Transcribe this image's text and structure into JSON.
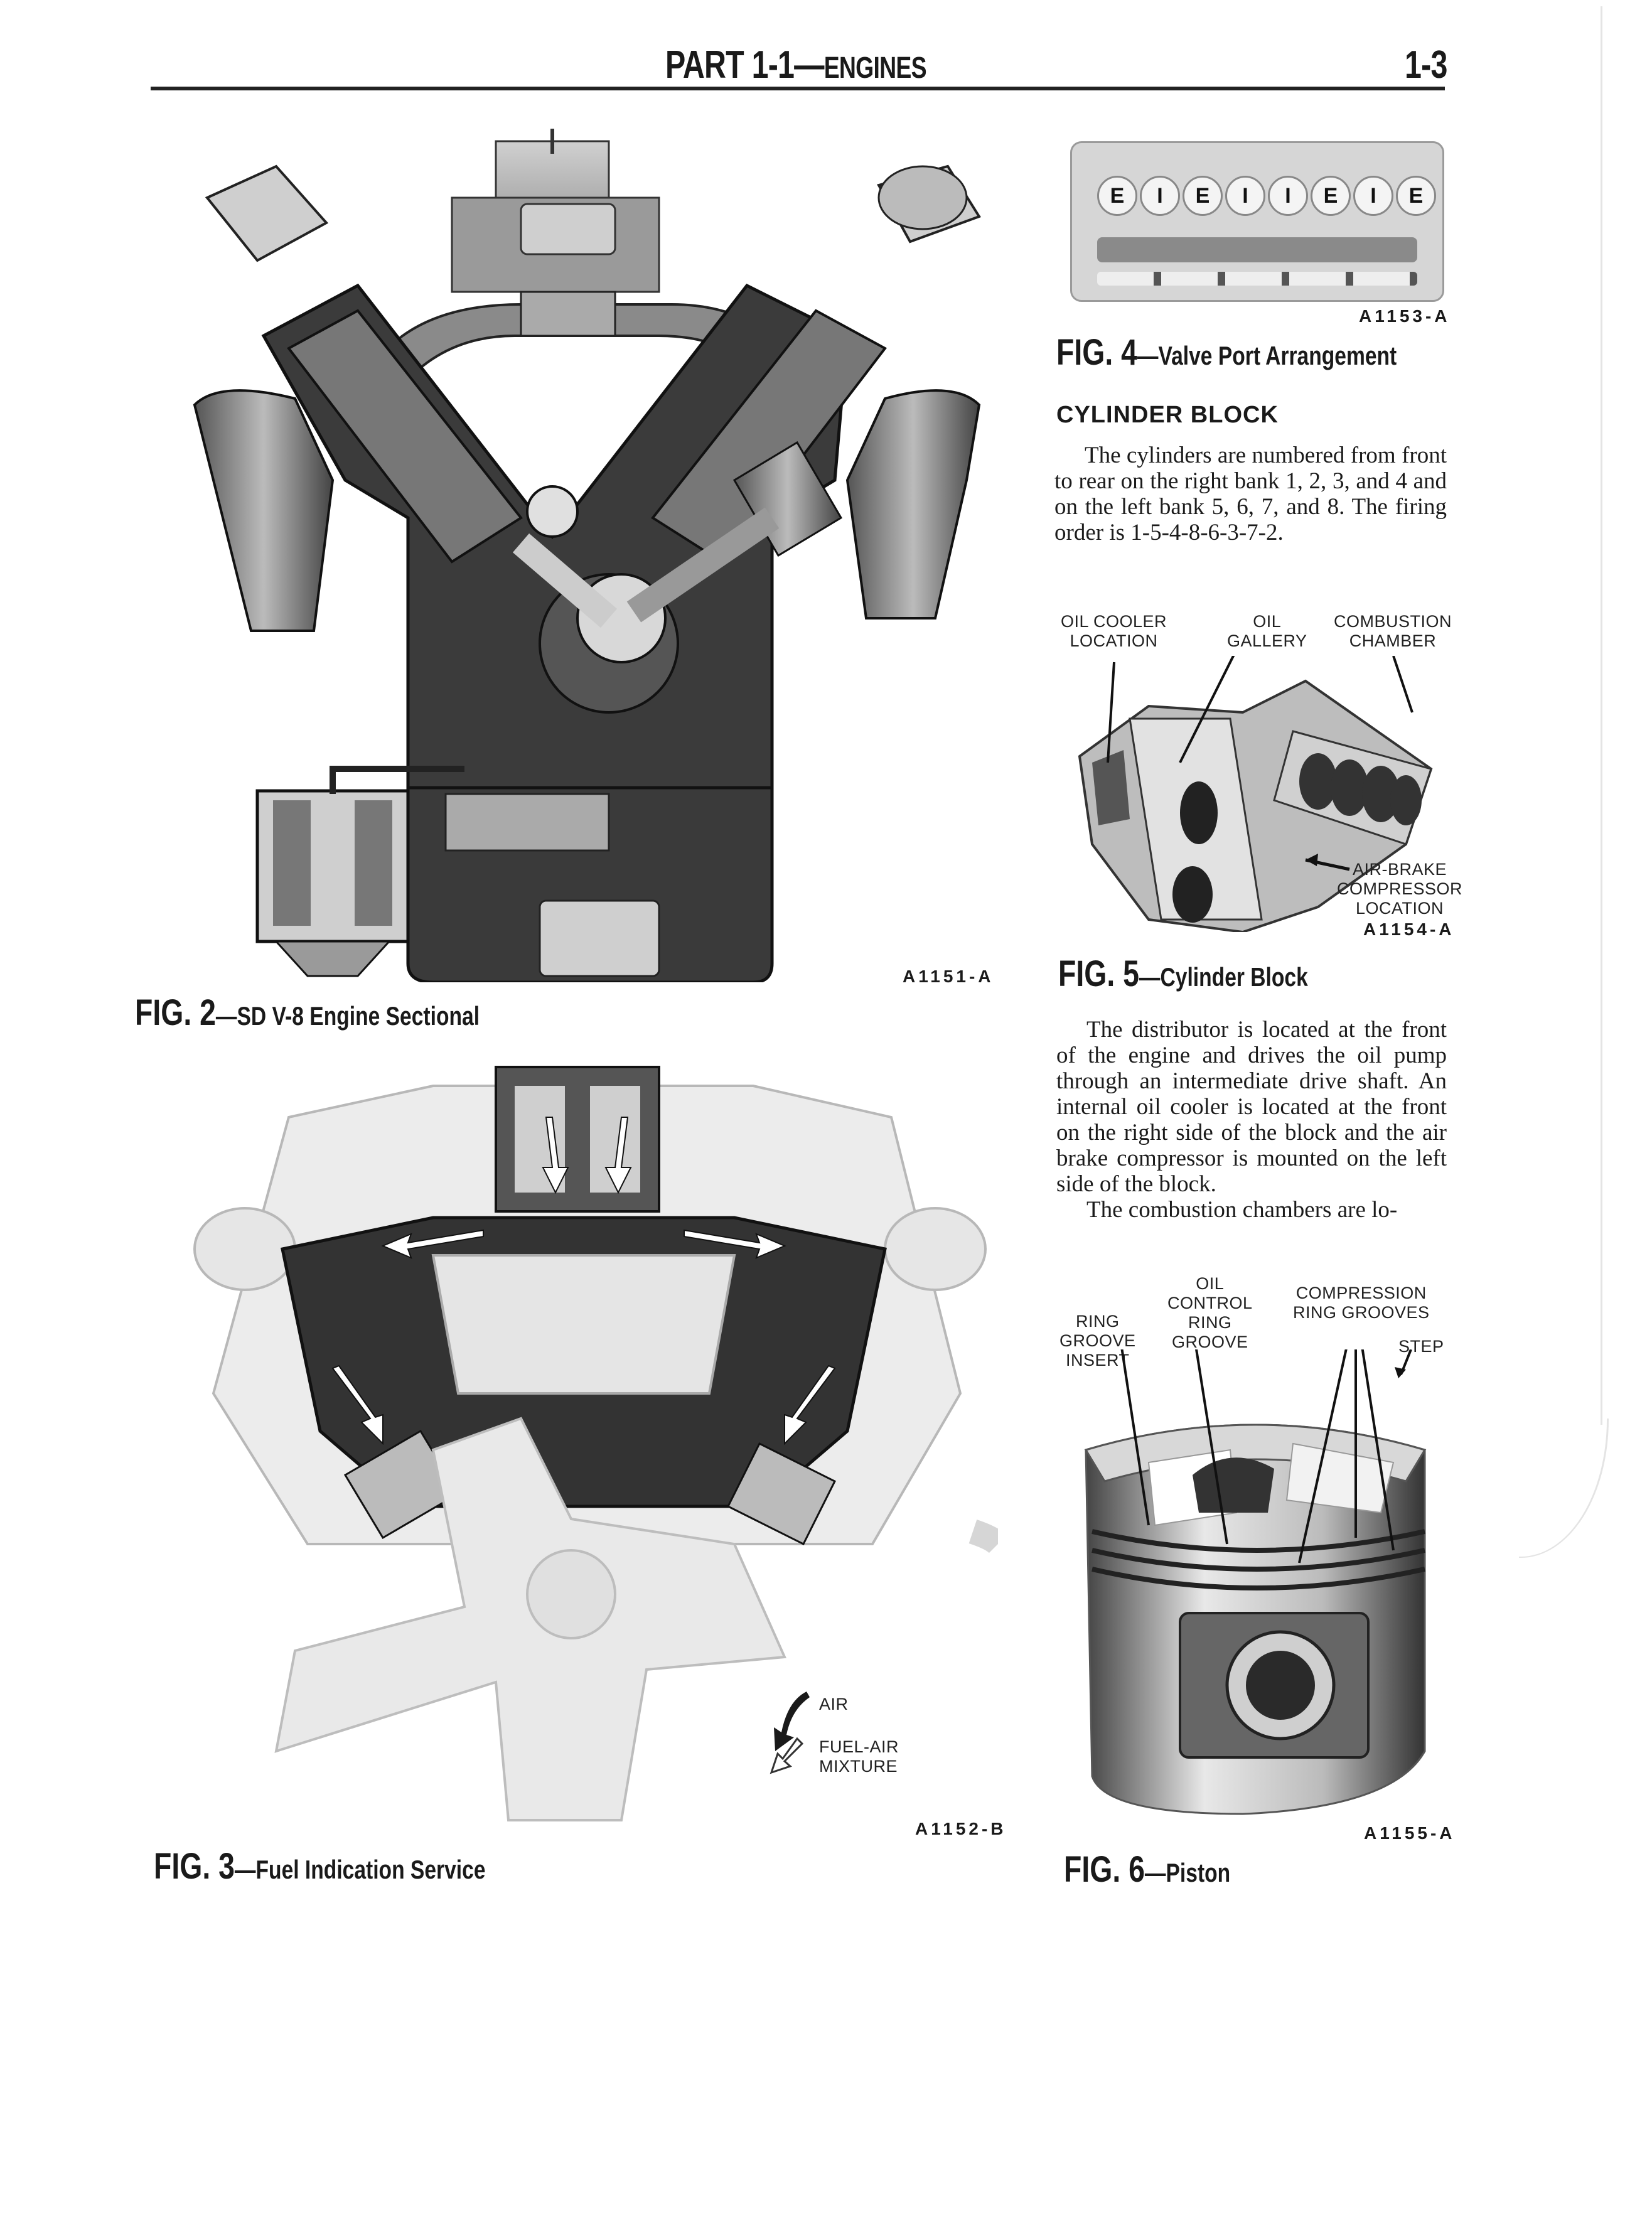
{
  "header": {
    "part": "PART 1-1",
    "dash": "—",
    "section": "ENGINES",
    "page_number": "1-3"
  },
  "figures": {
    "fig2": {
      "number": "FIG. 2",
      "title": "—SD V-8 Engine Sectional",
      "id": "A1151-A"
    },
    "fig3": {
      "number": "FIG. 3",
      "title": "—Fuel Indication Service",
      "id": "A1152-B",
      "legend": [
        {
          "icon": "solid-arrow-icon",
          "label": "AIR"
        },
        {
          "icon": "outline-arrow-icon",
          "label_line1": "FUEL-AIR",
          "label_line2": "MIXTURE"
        }
      ]
    },
    "fig4": {
      "number": "FIG. 4",
      "title": "—Valve Port Arrangement",
      "id": "A1153-A",
      "port_letters": [
        "E",
        "I",
        "E",
        "I",
        "I",
        "E",
        "I",
        "E"
      ]
    },
    "fig5": {
      "number": "FIG. 5",
      "title": "—Cylinder Block",
      "id": "A1154-A",
      "callouts": {
        "oil_cooler": [
          "OIL COOLER",
          "LOCATION"
        ],
        "oil_gallery": [
          "OIL",
          "GALLERY"
        ],
        "combustion_chamber": [
          "COMBUSTION",
          "CHAMBER"
        ],
        "air_brake": [
          "AIR-BRAKE",
          "COMPRESSOR",
          "LOCATION"
        ]
      }
    },
    "fig6": {
      "number": "FIG. 6",
      "title": "—Piston",
      "id": "A1155-A",
      "callouts": {
        "ring_groove_insert": [
          "RING",
          "GROOVE",
          "INSERT"
        ],
        "oil_control": [
          "OIL",
          "CONTROL",
          "RING",
          "GROOVE"
        ],
        "compression": [
          "COMPRESSION",
          "RING GROOVES"
        ],
        "step": [
          "STEP"
        ]
      }
    }
  },
  "section": {
    "heading": "CYLINDER BLOCK",
    "paragraph1": "The cylinders are numbered from front to rear on the right bank 1, 2, 3, and 4 and on the left bank 5, 6, 7, and 8. The firing order is 1-5-4-8-6-3-7-2.",
    "paragraph2": "The distributor is located at the front of the engine and drives the oil pump through an intermediate drive shaft. An internal oil cooler is located at the front on the right side of the block and the air brake compressor is mounted on the left side of the block.",
    "paragraph3": "The combustion chambers are lo-"
  },
  "colors": {
    "ink": "#1a1a1a",
    "metal_dark": "#3a3a3a",
    "metal_mid": "#8a8a8a",
    "metal_light": "#cfcfcf",
    "ghost": "#d9d9d9"
  }
}
